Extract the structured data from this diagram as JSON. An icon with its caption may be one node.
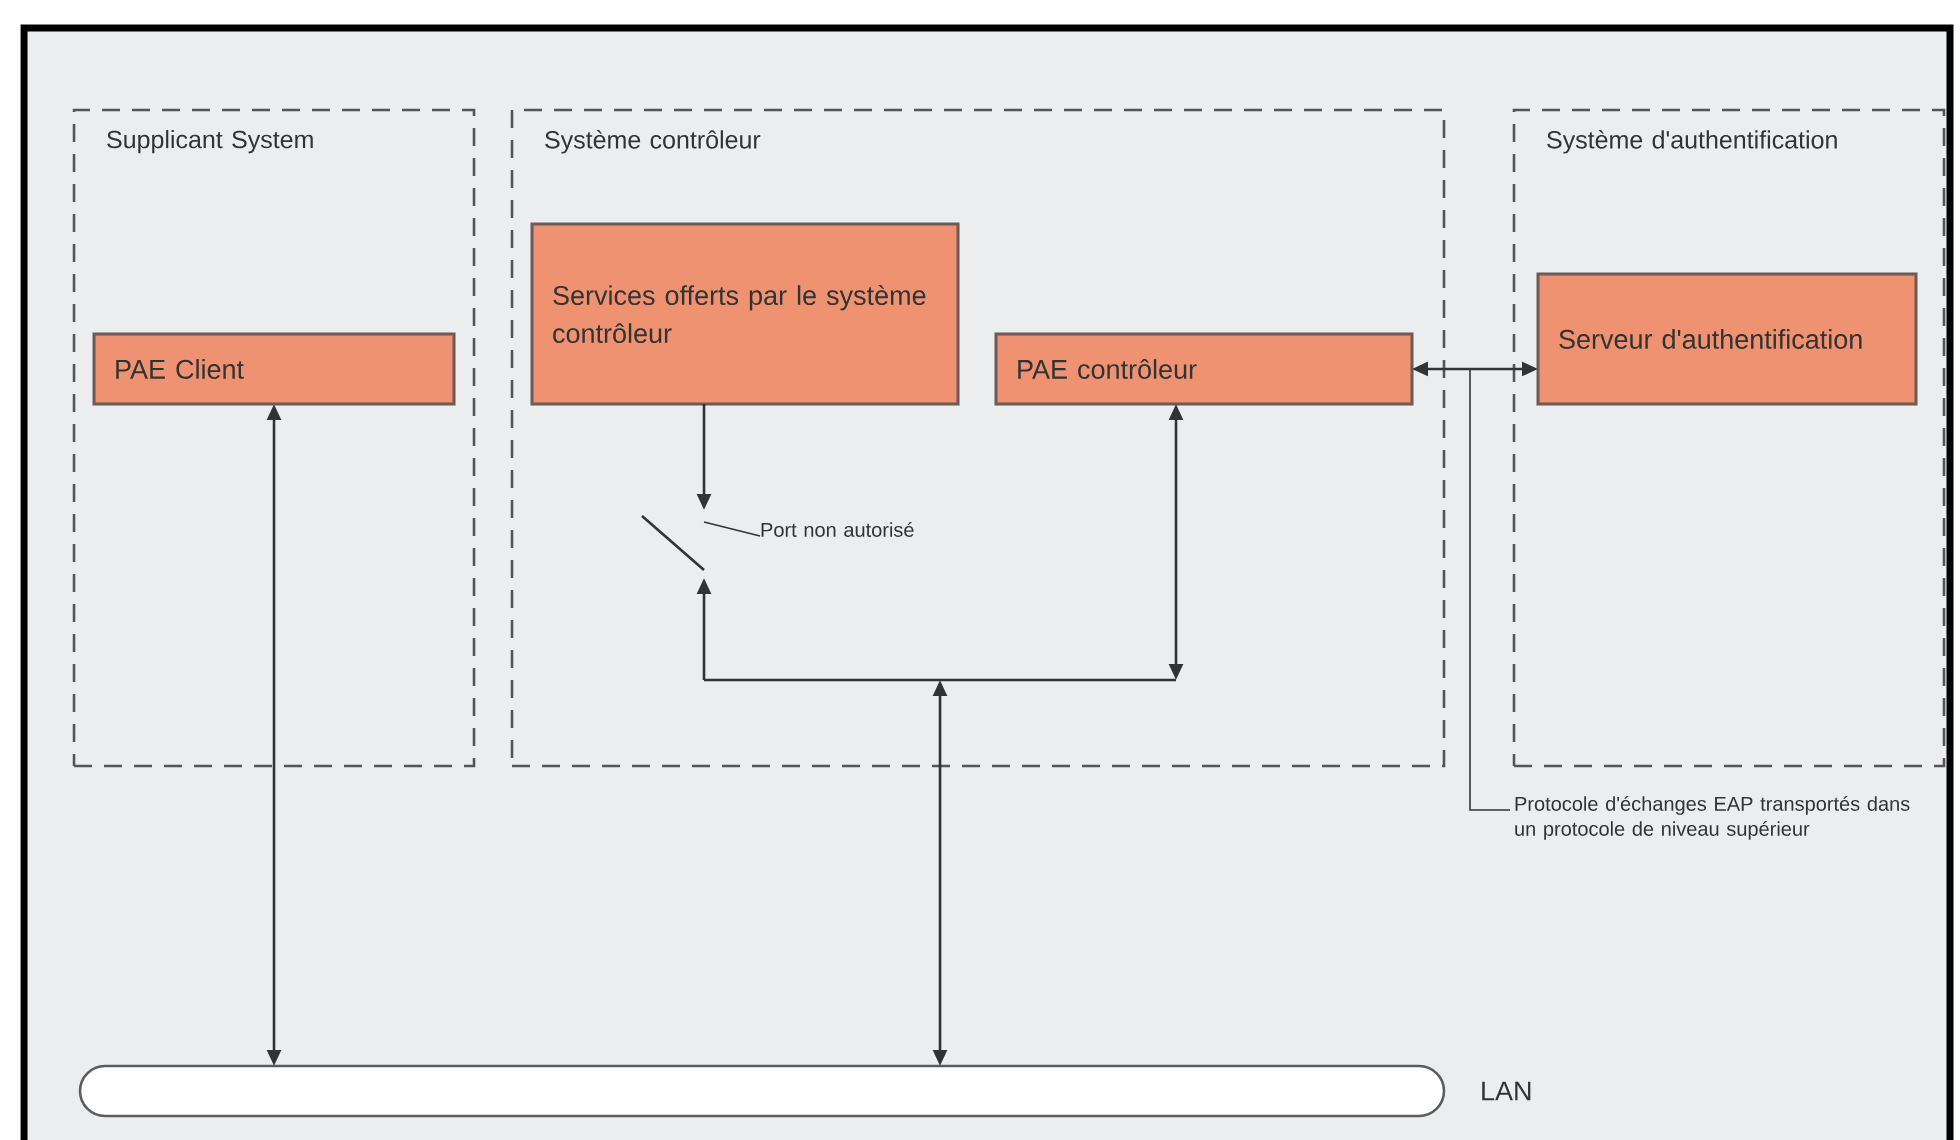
{
  "diagram": {
    "nodes": [
      {
        "text": [
          "Supplicant System"
        ]
      },
      {
        "text": [
          "PAE Client"
        ],
        "in": 0
      },
      {
        "text": [
          "Système contrôleur"
        ]
      },
      {
        "text": [
          "Services offerts par le système contrôleur"
        ],
        "in": 2
      },
      {
        "text": [
          "PAE contrôleur"
        ],
        "in": 2
      },
      {
        "text": [],
        "shape": "switch",
        "in": 2
      },
      {
        "text": [
          "Port non autorisé"
        ],
        "in": 2
      },
      {
        "text": [],
        "shape": "bar",
        "in": 2
      },
      {
        "text": [
          "Système d'authentification"
        ]
      },
      {
        "text": [
          "Serveur d'authentification"
        ],
        "in": 8
      },
      {
        "text": [],
        "shape": "bar",
        "beside": [
          "LAN"
        ]
      },
      {
        "text": [
          "Protocole d'échanges EAP transportés dans un protocole de niveau supérieur"
        ]
      }
    ],
    "edges": [
      {
        "from": 1,
        "to": 10,
        "arrow": "both"
      },
      {
        "from": 3,
        "to": 5,
        "arrow": "to"
      },
      {
        "from": 7,
        "to": 5,
        "arrow": "to"
      },
      {
        "from": 4,
        "to": 7,
        "arrow": "both"
      },
      {
        "from": 10,
        "to": 7,
        "arrow": "both"
      },
      {
        "from": 4,
        "to": 9,
        "arrow": "both"
      },
      {
        "from": 6,
        "to": 5,
        "arrow": "none"
      },
      {
        "from": 11,
        "to": null,
        "arrow": "none"
      }
    ]
  }
}
